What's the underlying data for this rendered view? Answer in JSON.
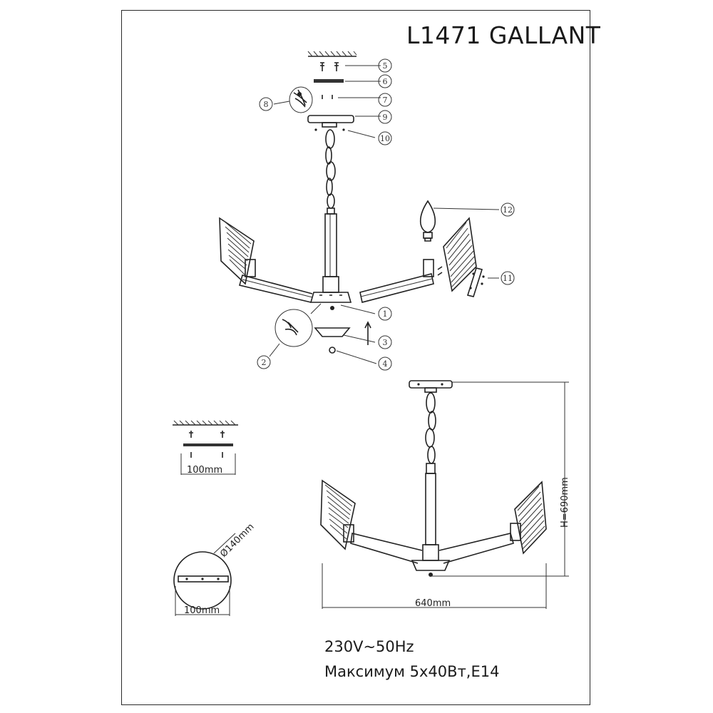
{
  "title": "L1471 GALLANT",
  "specs": {
    "line1": "230V~50Hz",
    "line2": "Максимум 5х40Вт,Е14"
  },
  "callouts": [
    "1",
    "2",
    "3",
    "4",
    "5",
    "6",
    "7",
    "8",
    "9",
    "10",
    "11",
    "12"
  ],
  "dimensions": {
    "plate_width": "100mm",
    "plate_width_round": "100mm",
    "canopy_diameter": "Ø140mm",
    "height": "H=690mm",
    "span": "640mm"
  }
}
